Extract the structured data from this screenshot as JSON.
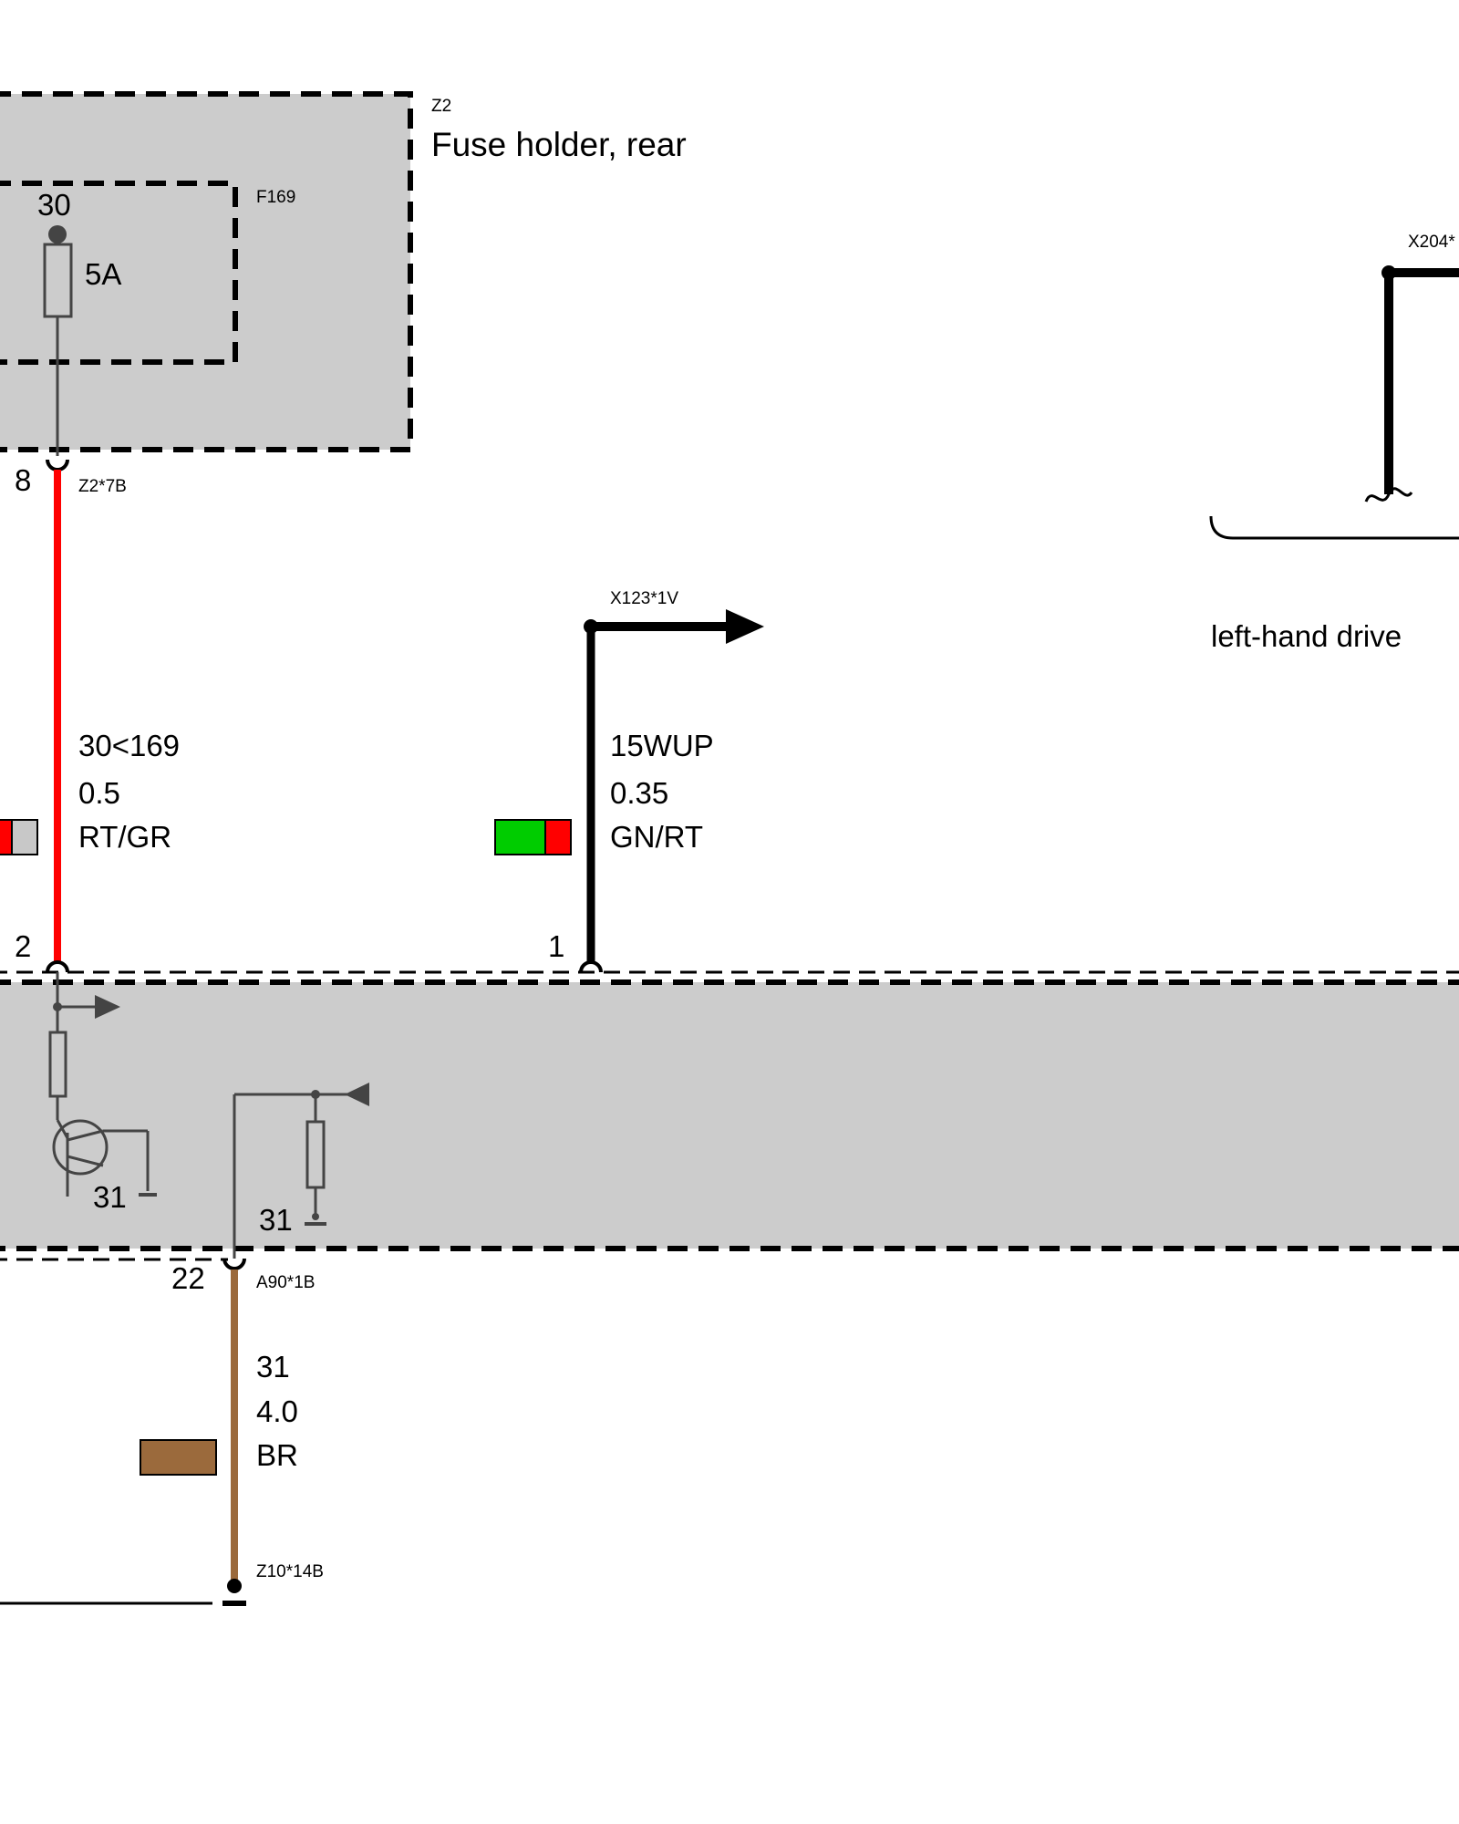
{
  "fuse_holder": {
    "code": "Z2",
    "title": "Fuse holder, rear",
    "fuse": {
      "code": "F169",
      "pin": "30",
      "rating": "5A"
    },
    "output_pin": "8",
    "connector": "Z2*7B",
    "fill_color": "#cccccc"
  },
  "wires": [
    {
      "circuit": "30<169",
      "gauge": "0.5",
      "color_code": "RT/GR",
      "colors": [
        "#ff0000",
        "#c8c8c8"
      ]
    },
    {
      "circuit": "15WUP",
      "gauge": "0.35",
      "color_code": "GN/RT",
      "colors": [
        "#00cc00",
        "#ff0000"
      ]
    },
    {
      "circuit": "31",
      "gauge": "4.0",
      "color_code": "BR",
      "colors": [
        "#9b6a3c"
      ]
    }
  ],
  "connectors": {
    "x123": "X123*1V",
    "x204": "X204*",
    "a90": "A90*1B",
    "z10": "Z10*14B"
  },
  "module": {
    "pin_2": "2",
    "pin_1": "1",
    "pin_22": "22",
    "ground_1": "31",
    "ground_2": "31",
    "fill_color": "#cccccc"
  },
  "variant_note": "left-hand drive"
}
